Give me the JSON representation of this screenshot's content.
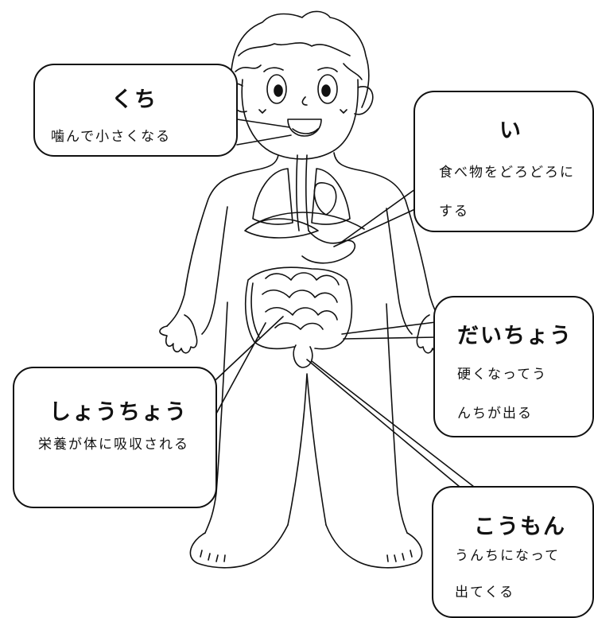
{
  "labels": {
    "mouth": {
      "title": "くち",
      "desc": "噛んで小さくなる"
    },
    "stomach": {
      "title": "い",
      "desc": "食べ物をどろどろにする"
    },
    "colon": {
      "title": "だいちょう",
      "desc": "硬くなってうんちが出る"
    },
    "small_intestine": {
      "title": "しょうちょう",
      "desc": "栄養が体に吸収される"
    },
    "anus": {
      "title": "こうもん",
      "desc": "うんちになって出てくる"
    }
  }
}
